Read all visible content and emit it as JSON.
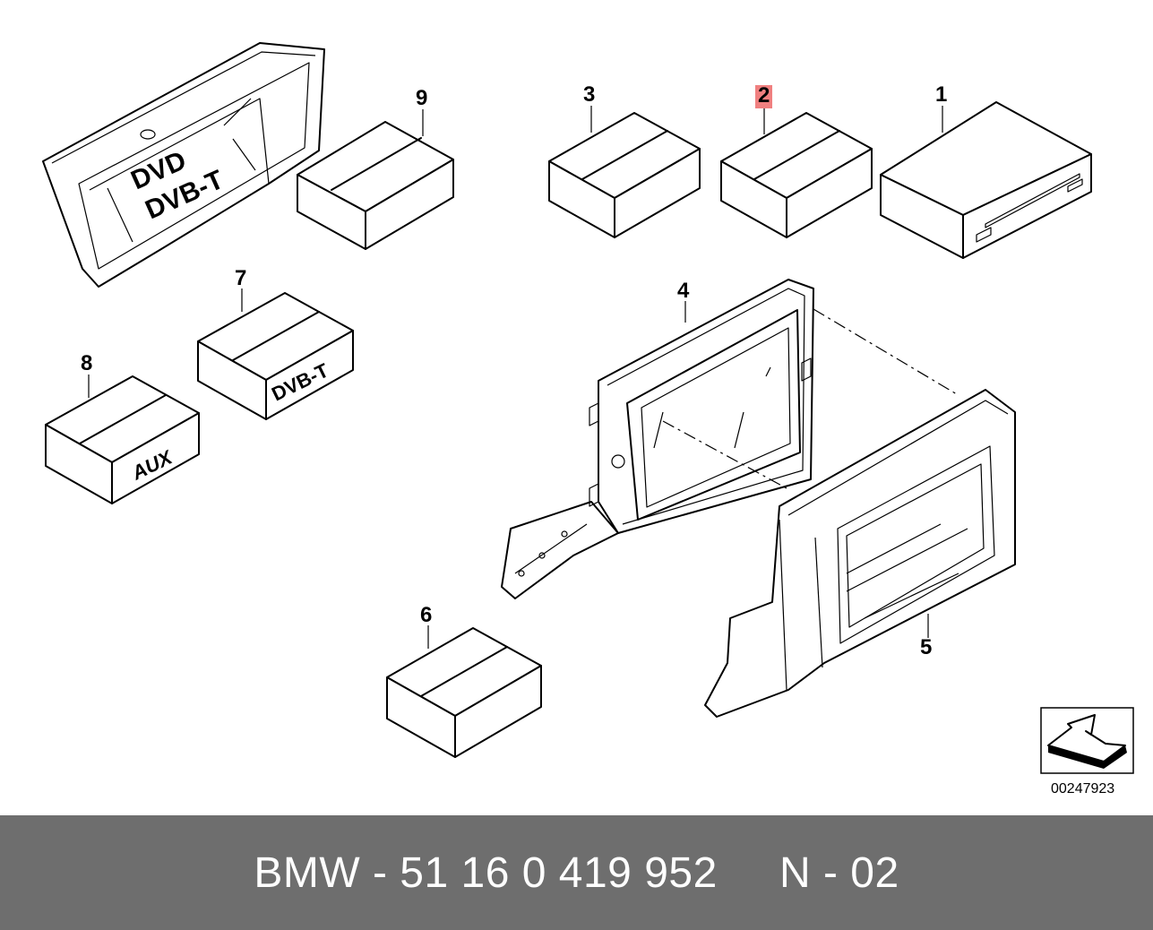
{
  "diagram": {
    "part_labels": [
      {
        "id": "1",
        "text": "1"
      },
      {
        "id": "2",
        "text": "2",
        "highlighted": true
      },
      {
        "id": "3",
        "text": "3"
      },
      {
        "id": "4",
        "text": "4"
      },
      {
        "id": "5",
        "text": "5"
      },
      {
        "id": "6",
        "text": "6"
      },
      {
        "id": "7",
        "text": "7"
      },
      {
        "id": "8",
        "text": "8"
      },
      {
        "id": "9",
        "text": "9"
      }
    ],
    "screen_text_line1": "DVD",
    "screen_text_line2": "DVB-T",
    "box7_text": "DVB-T",
    "box8_text": "AUX",
    "diagram_code": "00247923",
    "highlight_color": "#f08080"
  },
  "footer": {
    "text": "BMW - 51 16 0 419 952     N - 02",
    "background": "#6e6e6e"
  },
  "icons": [
    "arrow-icon"
  ]
}
